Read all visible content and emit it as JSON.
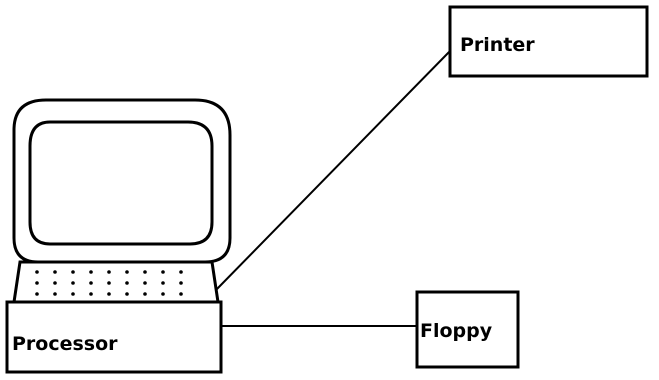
{
  "diagram": {
    "nodes": {
      "printer": {
        "label": "Printer"
      },
      "processor": {
        "label": "Processor"
      },
      "floppy": {
        "label": "Floppy"
      }
    },
    "edges": [
      {
        "from": "processor",
        "to": "printer"
      },
      {
        "from": "processor",
        "to": "floppy"
      }
    ],
    "colors": {
      "stroke": "#000000",
      "background": "#ffffff"
    }
  }
}
